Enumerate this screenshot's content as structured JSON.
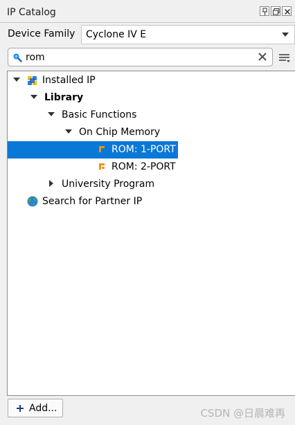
{
  "panel": {
    "title": "IP Catalog",
    "icons": [
      "pin-icon",
      "float-icon",
      "close-icon"
    ]
  },
  "device_family": {
    "label": "Device Family",
    "selected": "Cyclone IV E"
  },
  "search": {
    "value": "rom",
    "placeholder": ""
  },
  "tree": {
    "installed_ip": "Installed IP",
    "library": "Library",
    "basic_functions": "Basic Functions",
    "on_chip_memory": "On Chip Memory",
    "rom_1port": "ROM: 1-PORT",
    "rom_2port": "ROM: 2-PORT",
    "university_program": "University Program",
    "search_partner": "Search for Partner IP",
    "selected_item": "ROM: 1-PORT"
  },
  "footer": {
    "add_label": "Add...",
    "watermark": "CSDN @日晨难再"
  },
  "colors": {
    "selection": "#0a78d7",
    "ip_icon": "#e8931e"
  }
}
